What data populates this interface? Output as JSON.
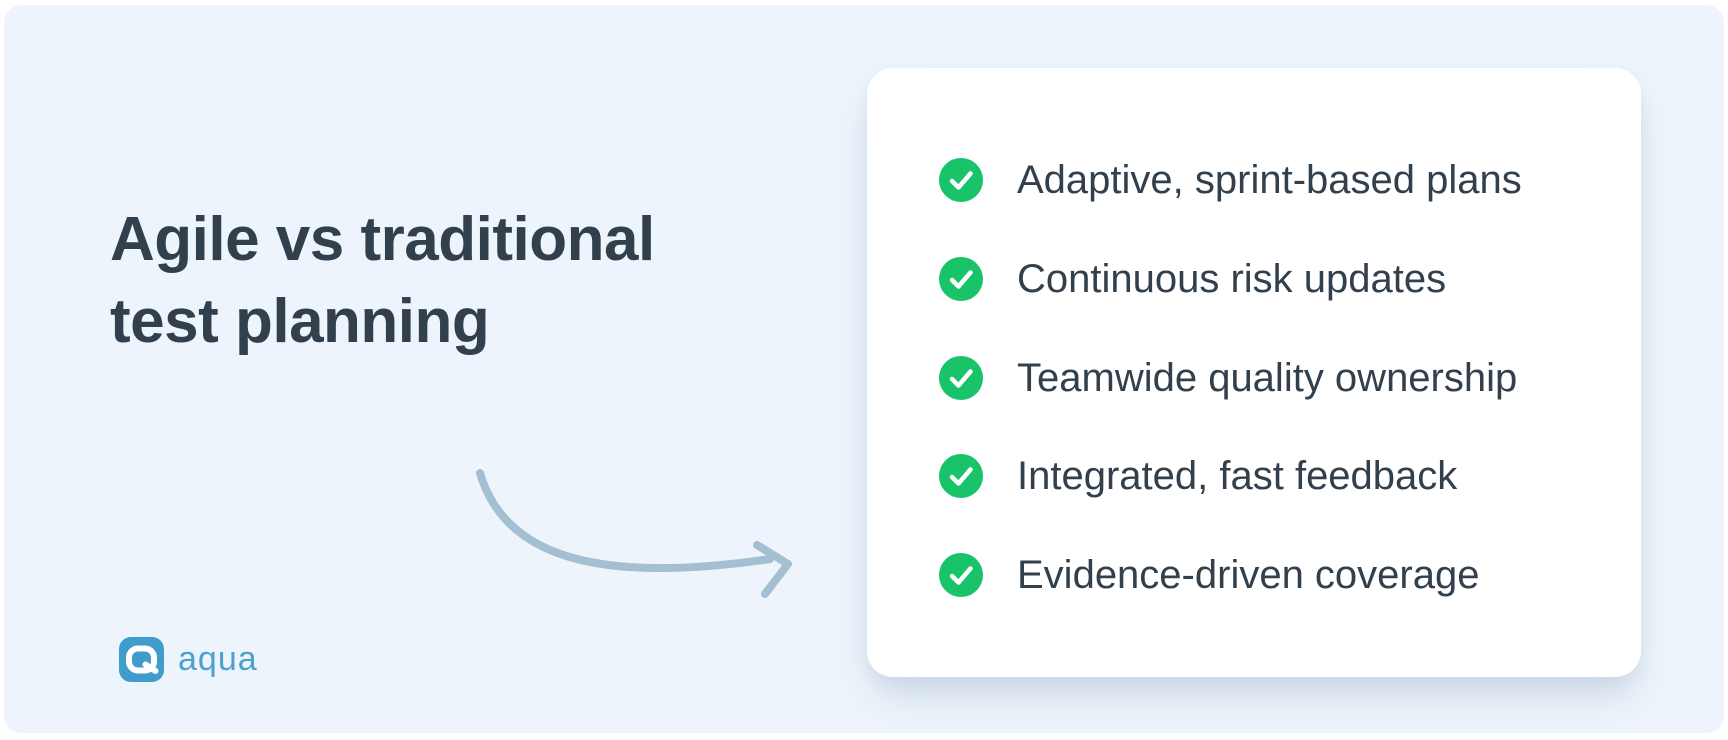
{
  "title": {
    "line1": "Agile vs traditional",
    "line2": "test planning"
  },
  "checklist": {
    "items": [
      {
        "icon": "check-circle-icon",
        "label": "Adaptive, sprint-based plans"
      },
      {
        "icon": "check-circle-icon",
        "label": "Continuous risk updates"
      },
      {
        "icon": "check-circle-icon",
        "label": "Teamwide quality ownership"
      },
      {
        "icon": "check-circle-icon",
        "label": "Integrated, fast feedback"
      },
      {
        "icon": "check-circle-icon",
        "label": "Evidence-driven coverage"
      }
    ]
  },
  "logo": {
    "text": "aqua"
  },
  "colors": {
    "canvas_background": "#edf4fb",
    "card_background": "#ffffff",
    "check_green": "#18c36a",
    "text_dark": "#32404e",
    "arrow_blue_gray": "#a4bed2",
    "logo_blue": "#3f9ccb",
    "logo_text_blue": "#4ba2d0"
  }
}
